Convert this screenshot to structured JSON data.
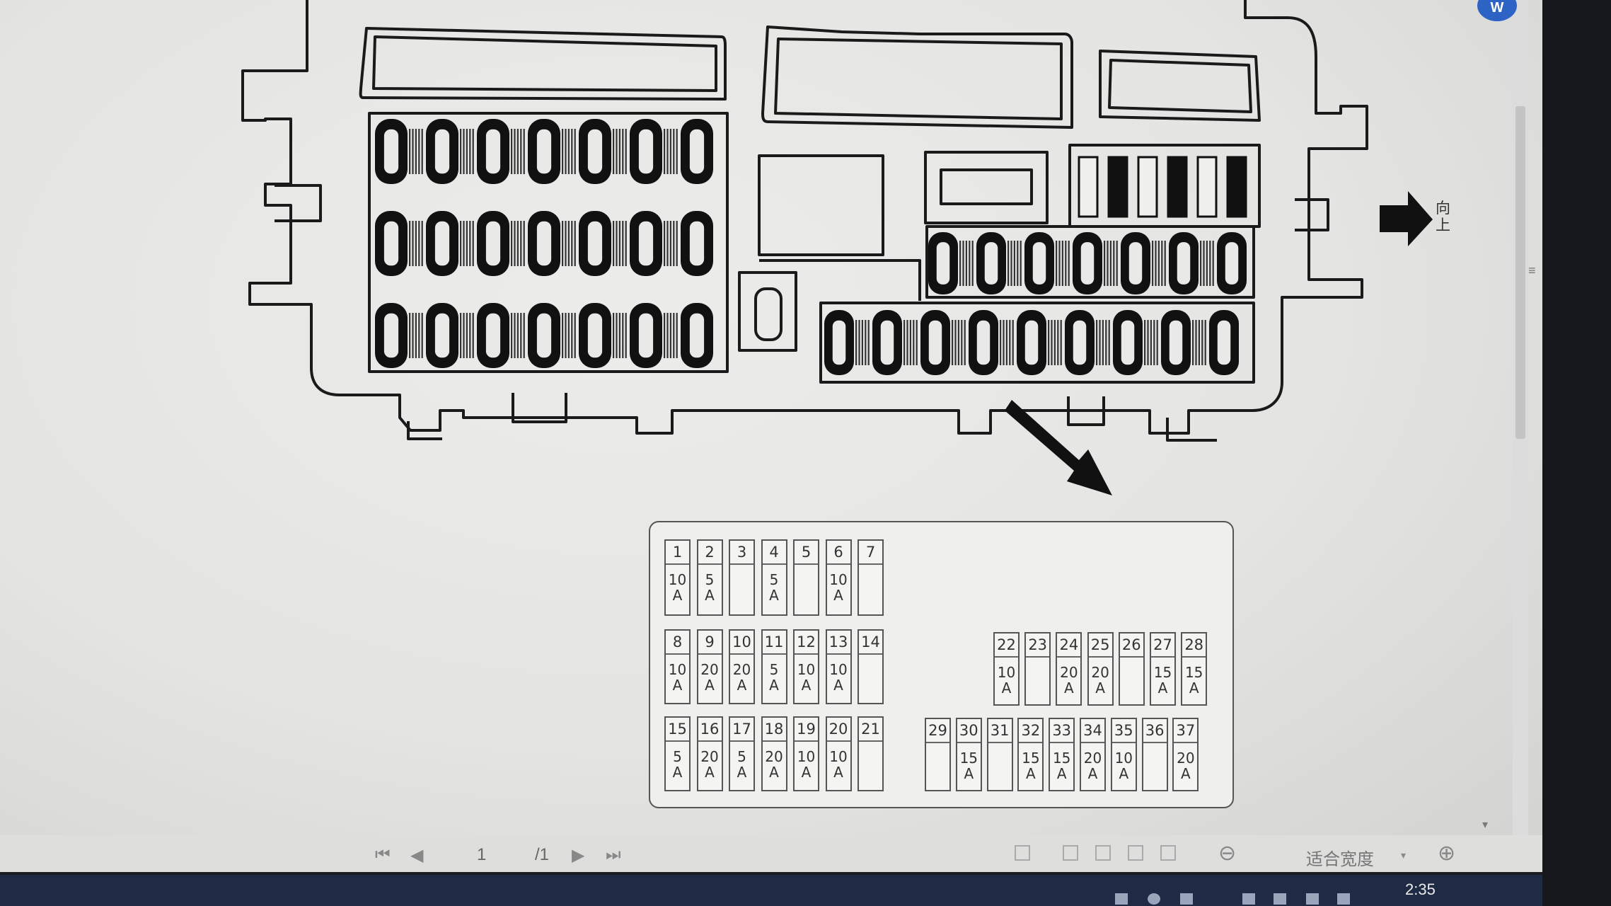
{
  "viewer": {
    "orientation_label": "向上",
    "page_current": "1",
    "page_total": "/1",
    "zoom_label": "适合宽度",
    "app_badge": "W",
    "clock": "2:35"
  },
  "legend": {
    "row1": [
      {
        "num": "1",
        "amp": "10",
        "unit": "A"
      },
      {
        "num": "2",
        "amp": "5",
        "unit": "A"
      },
      {
        "num": "3",
        "amp": "",
        "unit": ""
      },
      {
        "num": "4",
        "amp": "5",
        "unit": "A"
      },
      {
        "num": "5",
        "amp": "",
        "unit": ""
      },
      {
        "num": "6",
        "amp": "10",
        "unit": "A"
      },
      {
        "num": "7",
        "amp": "",
        "unit": ""
      }
    ],
    "row2": [
      {
        "num": "8",
        "amp": "10",
        "unit": "A"
      },
      {
        "num": "9",
        "amp": "20",
        "unit": "A"
      },
      {
        "num": "10",
        "amp": "20",
        "unit": "A"
      },
      {
        "num": "11",
        "amp": "5",
        "unit": "A"
      },
      {
        "num": "12",
        "amp": "10",
        "unit": "A"
      },
      {
        "num": "13",
        "amp": "10",
        "unit": "A"
      },
      {
        "num": "14",
        "amp": "",
        "unit": ""
      }
    ],
    "row3": [
      {
        "num": "15",
        "amp": "5",
        "unit": "A"
      },
      {
        "num": "16",
        "amp": "20",
        "unit": "A"
      },
      {
        "num": "17",
        "amp": "5",
        "unit": "A"
      },
      {
        "num": "18",
        "amp": "20",
        "unit": "A"
      },
      {
        "num": "19",
        "amp": "10",
        "unit": "A"
      },
      {
        "num": "20",
        "amp": "10",
        "unit": "A"
      },
      {
        "num": "21",
        "amp": "",
        "unit": ""
      }
    ],
    "row4": [
      {
        "num": "22",
        "amp": "10",
        "unit": "A"
      },
      {
        "num": "23",
        "amp": "",
        "unit": ""
      },
      {
        "num": "24",
        "amp": "20",
        "unit": "A"
      },
      {
        "num": "25",
        "amp": "20",
        "unit": "A"
      },
      {
        "num": "26",
        "amp": "",
        "unit": ""
      },
      {
        "num": "27",
        "amp": "15",
        "unit": "A"
      },
      {
        "num": "28",
        "amp": "15",
        "unit": "A"
      }
    ],
    "row5": [
      {
        "num": "29",
        "amp": "",
        "unit": ""
      },
      {
        "num": "30",
        "amp": "15",
        "unit": "A"
      },
      {
        "num": "31",
        "amp": "",
        "unit": ""
      },
      {
        "num": "32",
        "amp": "15",
        "unit": "A"
      },
      {
        "num": "33",
        "amp": "15",
        "unit": "A"
      },
      {
        "num": "34",
        "amp": "20",
        "unit": "A"
      },
      {
        "num": "35",
        "amp": "10",
        "unit": "A"
      },
      {
        "num": "36",
        "amp": "",
        "unit": ""
      },
      {
        "num": "37",
        "amp": "20",
        "unit": "A"
      }
    ]
  },
  "colors": {
    "line": "#1a1a1a",
    "paper": "#e8e8e6",
    "taskbar": "#1f2a44",
    "badge": "#2e63c6"
  }
}
